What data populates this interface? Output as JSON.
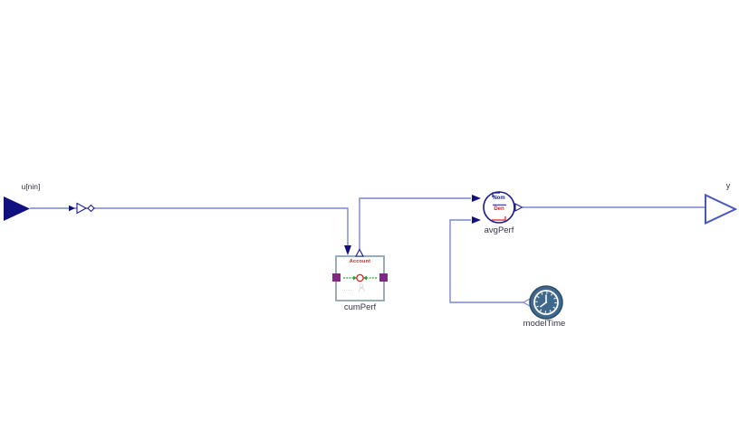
{
  "diagram": {
    "tool": "modelica-diagram-canvas",
    "labels": {
      "input": "u[nin]",
      "output": "y",
      "cumPerf": "cumPerf",
      "avgPerf": "avgPerf",
      "modelTime": "modelTime"
    },
    "blocks": {
      "cumPerf": {
        "icon_title": "Account"
      },
      "avgPerf": {
        "numerator": "Nom",
        "denominator": "Den"
      }
    },
    "icons": {
      "input_port": "filled-triangle-right",
      "output_port": "hollow-triangle-right",
      "inline_connector": "arrow-triangle-diamond",
      "cumPerf_center": "green-flow-arrows-into-red-circle",
      "modelTime": "analog-clock"
    },
    "colors": {
      "canvas_bg": "#ffffff",
      "wire": "#7b87cf",
      "arrow": "#10107e",
      "component_outline": "#1b1b8e",
      "block_border": "#8fa3b0",
      "port_purple": "#7e2a84",
      "account_red": "#dd2222",
      "green_flow": "#2e9e3a",
      "clock_fill": "#3e688c",
      "clock_border": "#2b4a66",
      "label_text": "#333447",
      "output_triangle_stroke": "#4a58b8"
    }
  }
}
